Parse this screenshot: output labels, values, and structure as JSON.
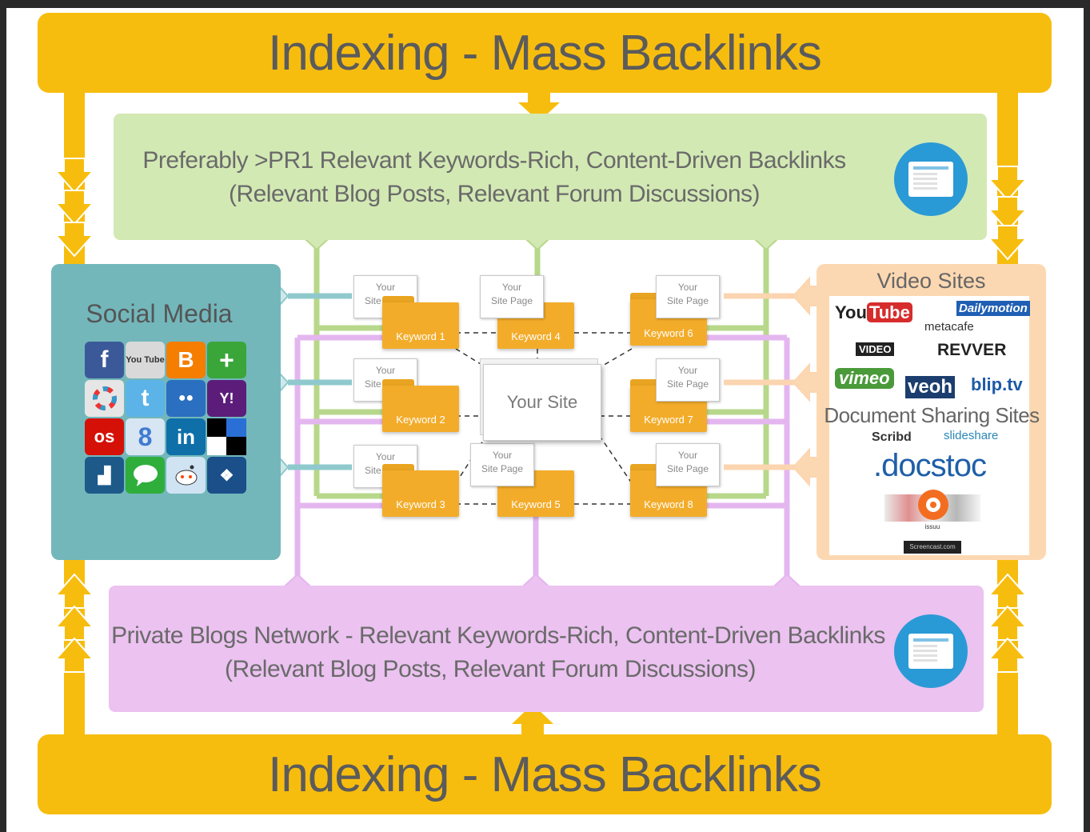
{
  "banners": {
    "top": "Indexing - Mass Backlinks",
    "bottom": "Indexing - Mass Backlinks"
  },
  "top_panel": {
    "line1": "Preferably >PR1 Relevant Keywords-Rich, Content-Driven Backlinks",
    "line2": "(Relevant Blog Posts, Relevant Forum Discussions)"
  },
  "bottom_panel": {
    "line1": "Private Blogs Network -  Relevant Keywords-Rich, Content-Driven Backlinks",
    "line2": "(Relevant Blog Posts, Relevant Forum Discussions)"
  },
  "social_media": {
    "title": "Social Media",
    "icons": [
      "facebook-icon",
      "youtube-icon",
      "blogger-icon",
      "google-plus-icon",
      "picasa-icon",
      "twitter-icon",
      "flickr-icon",
      "yahoo-icon",
      "lastfm-icon",
      "google-icon",
      "linkedin-icon",
      "delicious-icon",
      "myspace-icon",
      "chat-icon",
      "reddit-icon",
      "msn-icon"
    ],
    "icon_text": [
      "f",
      "You Tube",
      "B",
      "+",
      "",
      "t",
      "●●",
      "Y!",
      "os",
      "8",
      "in",
      "",
      "",
      "",
      "",
      ""
    ]
  },
  "media": {
    "video_title": "Video Sites",
    "video_brands": [
      "YouTube",
      "Dailymotion",
      "metacafe",
      "VIDEO",
      "REVVER",
      "vimeo",
      "veoh",
      "blip.tv"
    ],
    "doc_title": "Document Sharing Sites",
    "doc_brands": [
      "Scribd",
      "slideshare",
      ".docstoc",
      "issuu",
      "Screencast.com"
    ]
  },
  "center": {
    "your_site": "Your Site",
    "page_label": "Your Site Page",
    "keywords": [
      "Keyword 1",
      "Keyword 2",
      "Keyword 3",
      "Keyword 4",
      "Keyword 5",
      "Keyword 6",
      "Keyword 7",
      "Keyword 8"
    ]
  },
  "colors": {
    "banner": "#f7bd0e",
    "green_panel": "#d3e9b4",
    "pink_panel": "#ebc2f0",
    "teal_panel": "#73b7bb",
    "peach_panel": "#fcd8b2",
    "icon_blue": "#2a9ad6"
  }
}
